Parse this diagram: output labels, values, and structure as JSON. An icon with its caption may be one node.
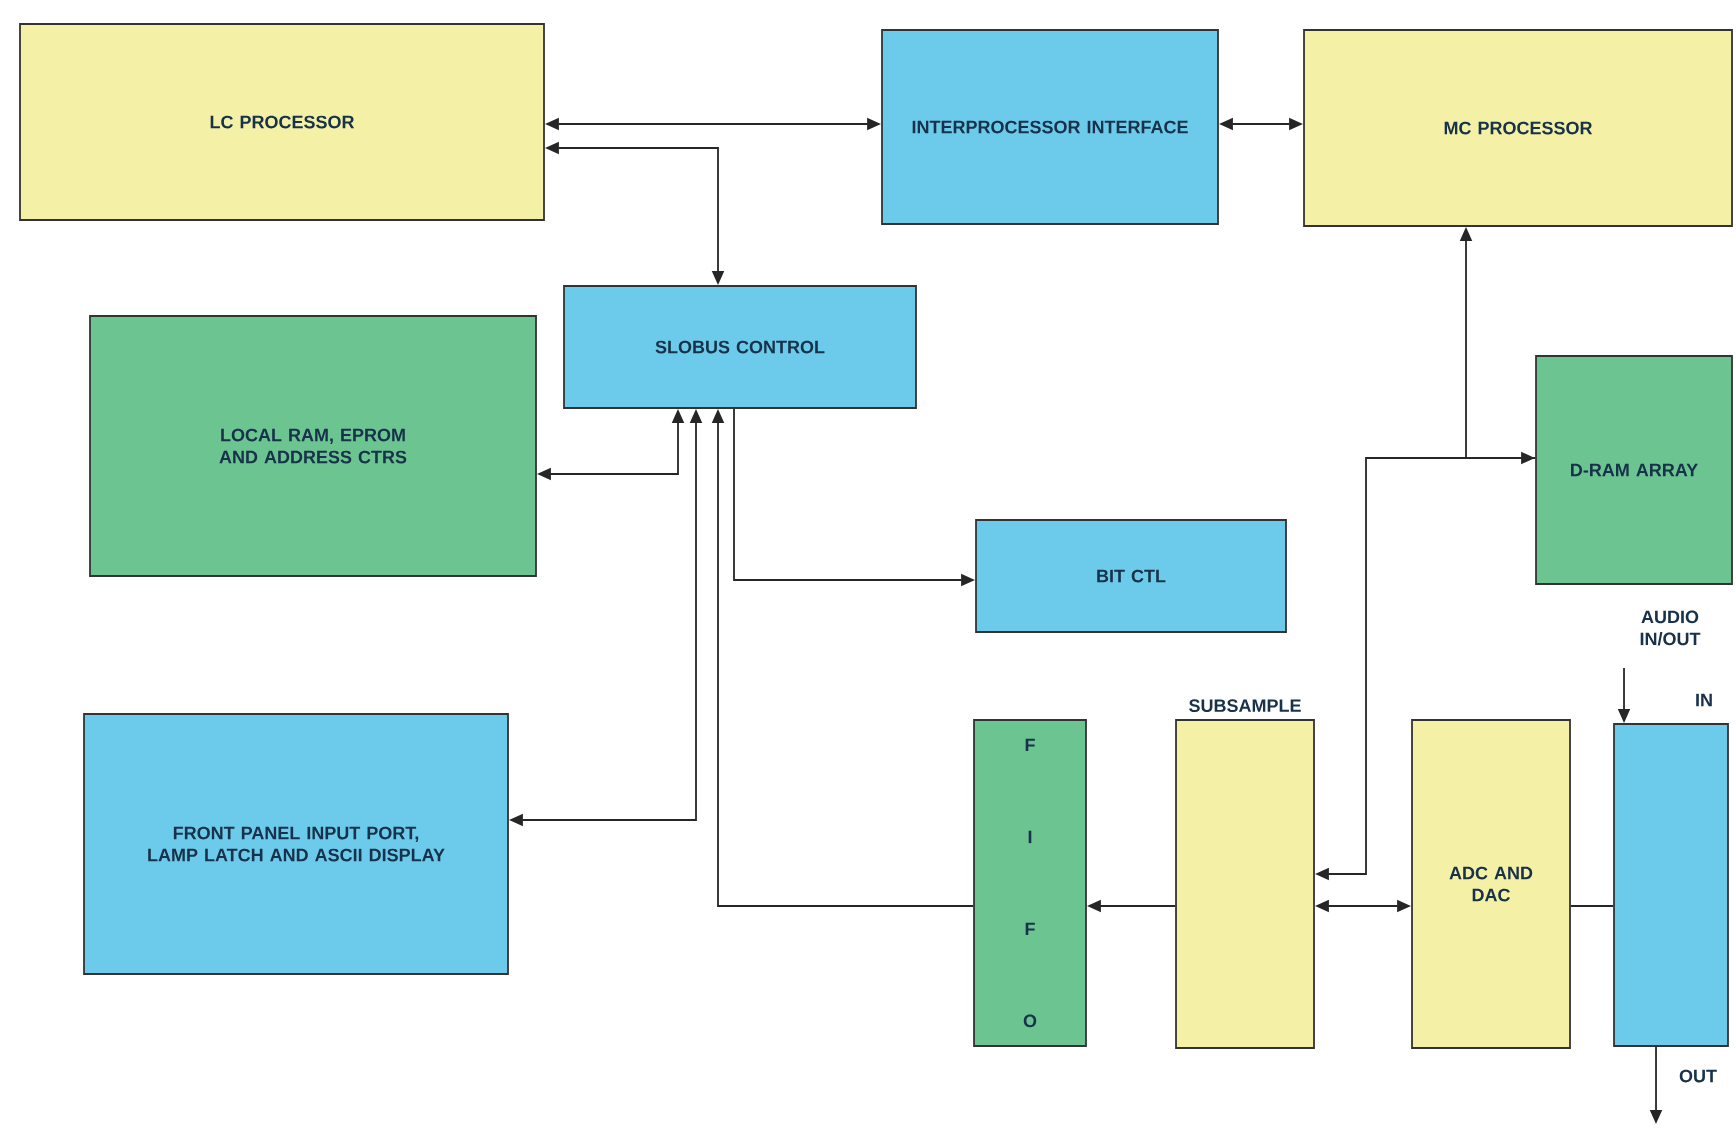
{
  "diagram": {
    "nodes": [
      {
        "text": [
          "LC PROCESSOR"
        ]
      },
      {
        "text": [
          "INTERPROCESSOR INTERFACE"
        ]
      },
      {
        "text": [
          "MC PROCESSOR"
        ]
      },
      {
        "text": [
          "SLOBUS CONTROL"
        ]
      },
      {
        "text": [
          "LOCAL RAM, EPROM AND ADDRESS CTRS"
        ]
      },
      {
        "text": [
          "BIT CTL"
        ]
      },
      {
        "text": [
          "FRONT PANEL INPUT PORT, LAMP LATCH AND ASCII DISPLAY"
        ]
      },
      {
        "text": [
          "F I F O"
        ]
      },
      {
        "text": [
          "SUBSAMPLE"
        ]
      },
      {
        "text": [
          "ADC AND DAC"
        ]
      },
      {
        "text": [],
        "shape": "box"
      },
      {
        "text": [
          "D-RAM ARRAY"
        ]
      }
    ],
    "edges": [
      {
        "from": 0,
        "to": 1,
        "arrow": "both"
      },
      {
        "from": 1,
        "to": 2,
        "arrow": "both"
      },
      {
        "from": 0,
        "to": 3,
        "arrow": "both"
      },
      {
        "from": 3,
        "to": 4,
        "arrow": "both"
      },
      {
        "from": 3,
        "to": 5,
        "arrow": "to"
      },
      {
        "from": 3,
        "to": 6,
        "arrow": "both"
      },
      {
        "from": 7,
        "to": 3,
        "arrow": "to"
      },
      {
        "from": 8,
        "to": 7,
        "arrow": "to"
      },
      {
        "from": 8,
        "to": 9,
        "arrow": "both"
      },
      {
        "from": 9,
        "to": 10,
        "arrow": "none"
      },
      {
        "from": 2,
        "to": 11,
        "arrow": "both"
      },
      {
        "from": 11,
        "to": 8,
        "arrow": "to"
      },
      {
        "from": null,
        "to": 10,
        "arrow": "to",
        "label": "IN"
      },
      {
        "from": 10,
        "to": null,
        "arrow": "to",
        "label": "OUT"
      }
    ],
    "labels": [
      "AUDIO IN/OUT"
    ]
  }
}
